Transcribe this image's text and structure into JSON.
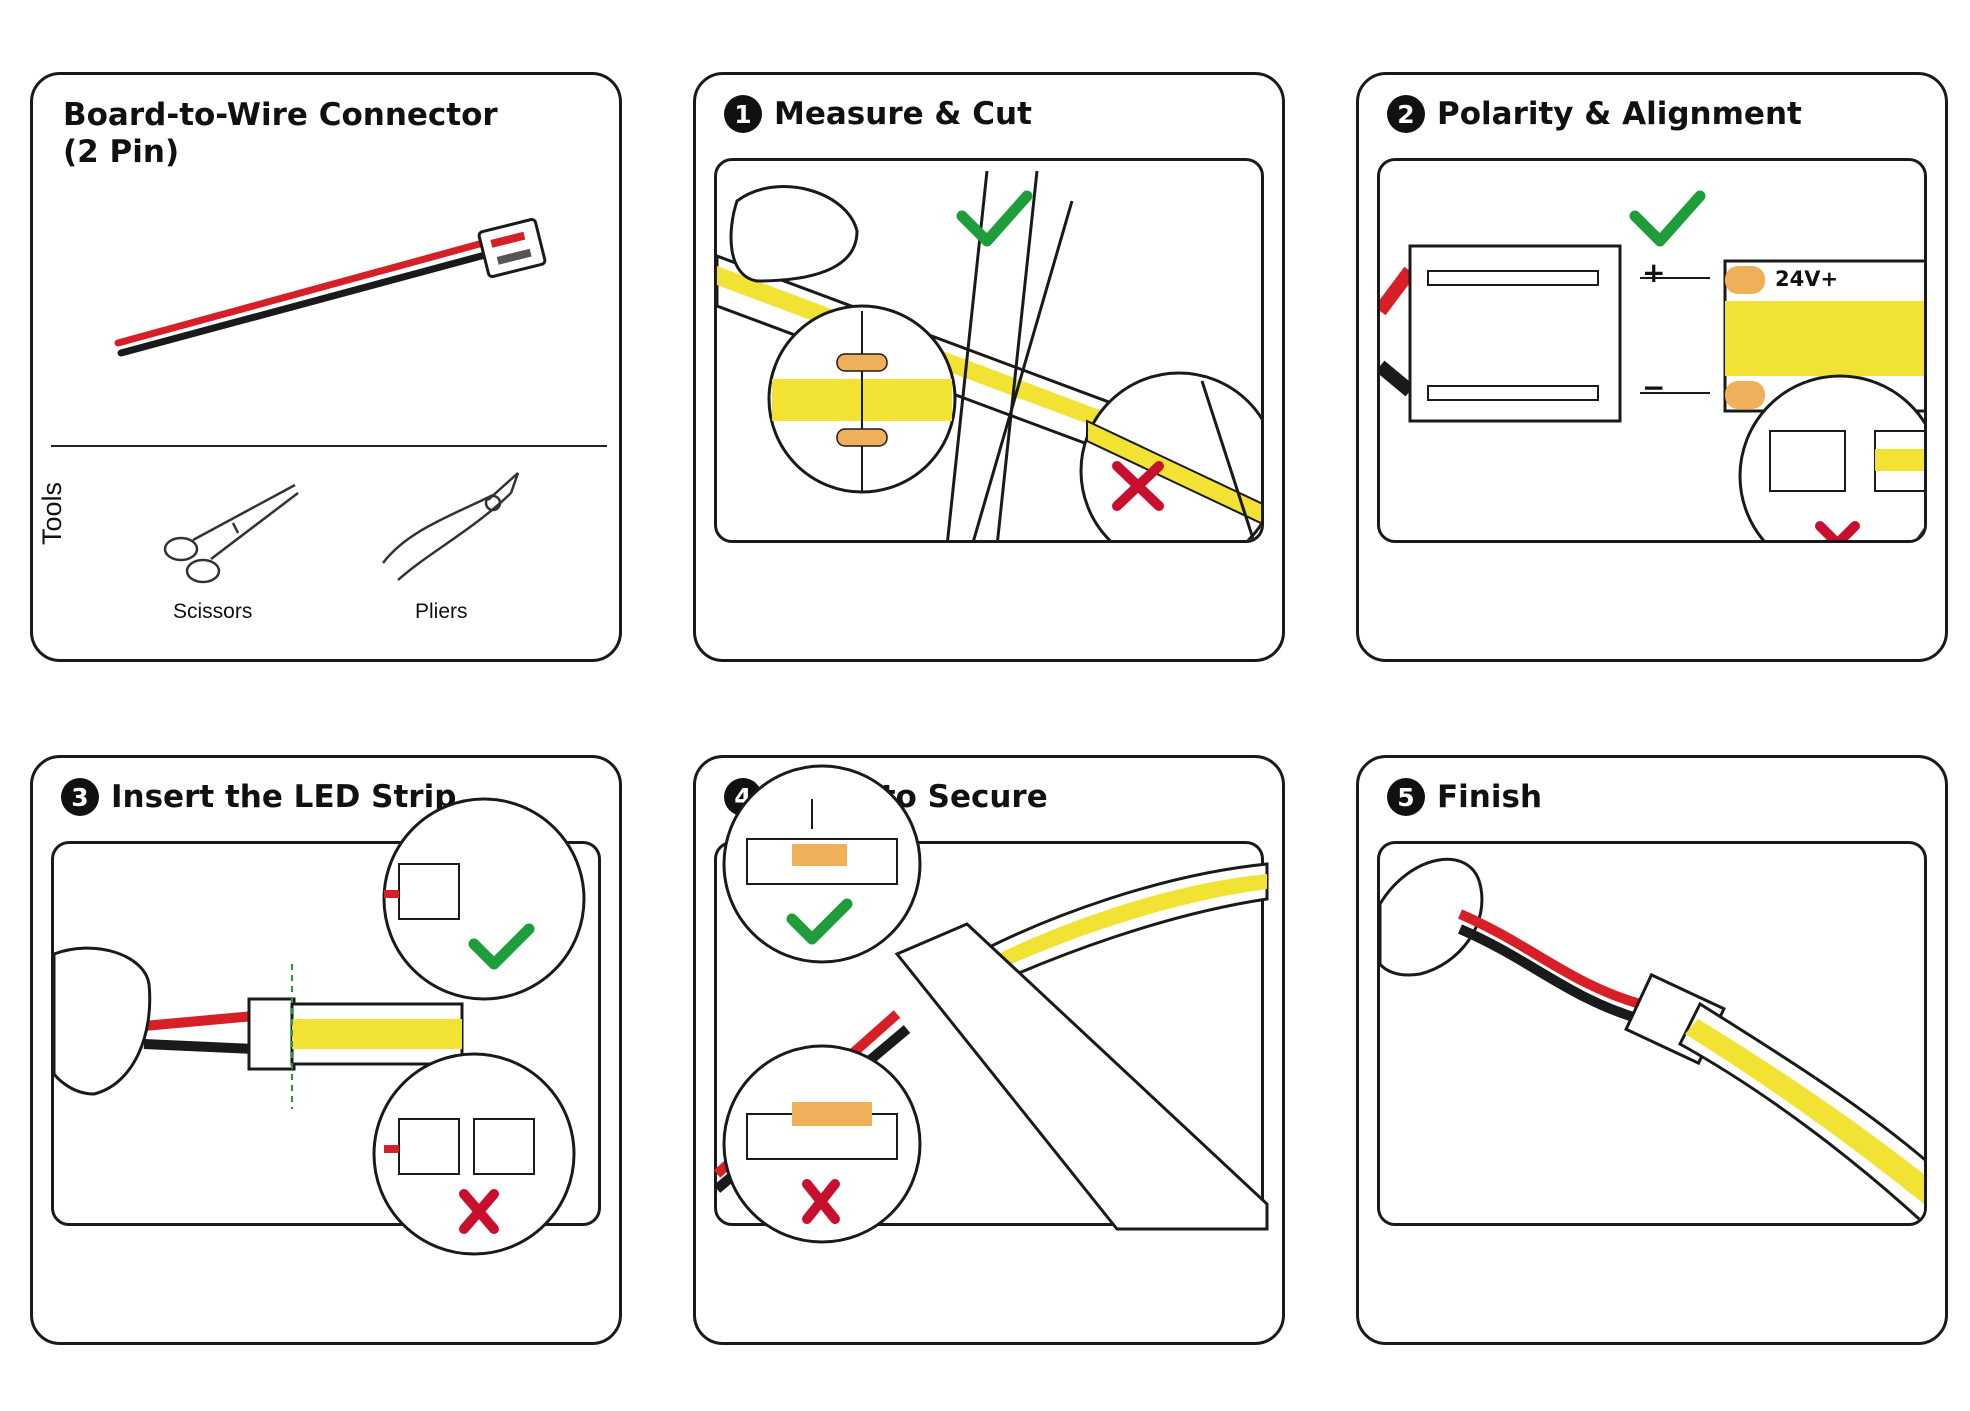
{
  "intro": {
    "title_line1": "Board-to-Wire Connector",
    "title_line2": "(2 Pin)",
    "tools_label": "Tools",
    "tools": [
      {
        "name": "Scissors",
        "icon": "scissors-icon"
      },
      {
        "name": "Pliers",
        "icon": "pliers-icon"
      }
    ]
  },
  "steps": [
    {
      "number": "1",
      "title": "Measure & Cut"
    },
    {
      "number": "2",
      "title": "Polarity & Alignment",
      "plus": "+",
      "minus": "−",
      "strip_label": "24V+"
    },
    {
      "number": "3",
      "title": "Insert the LED Strip"
    },
    {
      "number": "4",
      "title": "Press to Secure"
    },
    {
      "number": "5",
      "title": "Finish"
    }
  ],
  "colors": {
    "check": "#1f9d3a",
    "cross": "#c8102e",
    "led_yellow": "#f2e234",
    "copper": "#f0b05a",
    "wire_red": "#d61f26",
    "wire_black": "#1a1a1a",
    "outline": "#1a1a1a"
  }
}
